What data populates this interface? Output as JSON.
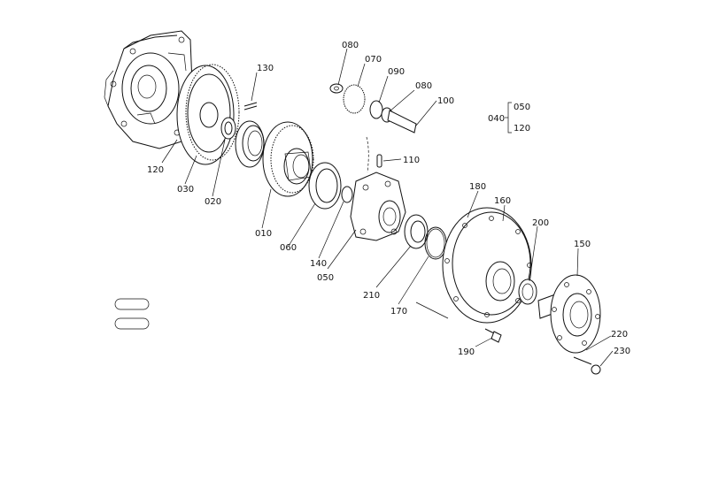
{
  "parts": [
    {
      "id": "p080a",
      "label": "080"
    },
    {
      "id": "p070",
      "label": "070"
    },
    {
      "id": "p090",
      "label": "090"
    },
    {
      "id": "p080b",
      "label": "080"
    },
    {
      "id": "p100",
      "label": "100"
    },
    {
      "id": "p130",
      "label": "130"
    },
    {
      "id": "p120",
      "label": "120"
    },
    {
      "id": "p030",
      "label": "030"
    },
    {
      "id": "p020",
      "label": "020"
    },
    {
      "id": "p010",
      "label": "010"
    },
    {
      "id": "p060",
      "label": "060"
    },
    {
      "id": "p140",
      "label": "140"
    },
    {
      "id": "p110",
      "label": "110"
    },
    {
      "id": "p050",
      "label": "050"
    },
    {
      "id": "p210",
      "label": "210"
    },
    {
      "id": "p170",
      "label": "170"
    },
    {
      "id": "p180",
      "label": "180"
    },
    {
      "id": "p160",
      "label": "160"
    },
    {
      "id": "p200",
      "label": "200"
    },
    {
      "id": "p150",
      "label": "150"
    },
    {
      "id": "p190",
      "label": "190"
    },
    {
      "id": "p220",
      "label": "220"
    },
    {
      "id": "p230",
      "label": "230"
    }
  ],
  "group_040": {
    "label": "040",
    "members": [
      "050",
      "120"
    ]
  },
  "stamps": [
    "",
    ""
  ]
}
